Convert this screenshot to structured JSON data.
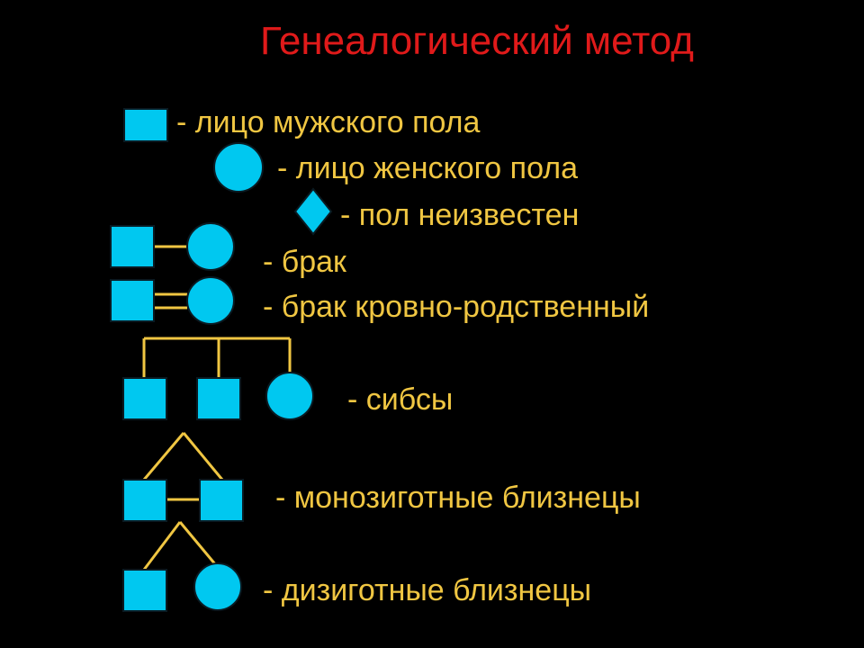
{
  "title": "Генеалогический метод",
  "colors": {
    "background": "#000000",
    "title": "#e01a1a",
    "text": "#f0c642",
    "symbol_fill": "#00c8f0",
    "symbol_stroke": "#0a1a22",
    "line": "#f0c642"
  },
  "legend": [
    {
      "symbol": "male-square-icon",
      "label": "- лицо мужского пола"
    },
    {
      "symbol": "female-circle-icon",
      "label": "- лицо женского пола"
    },
    {
      "symbol": "unknown-sex-diamond-icon",
      "label": "- пол неизвестен"
    },
    {
      "symbol": "marriage-icon",
      "label": "- брак"
    },
    {
      "symbol": "consanguineous-marriage-icon",
      "label": "- брак кровно-родственный"
    },
    {
      "symbol": "siblings-icon",
      "label": "- сибсы"
    },
    {
      "symbol": "monozygotic-twins-icon",
      "label": "- монозиготные близнецы"
    },
    {
      "symbol": "dizygotic-twins-icon",
      "label": "- дизиготные близнецы"
    }
  ]
}
